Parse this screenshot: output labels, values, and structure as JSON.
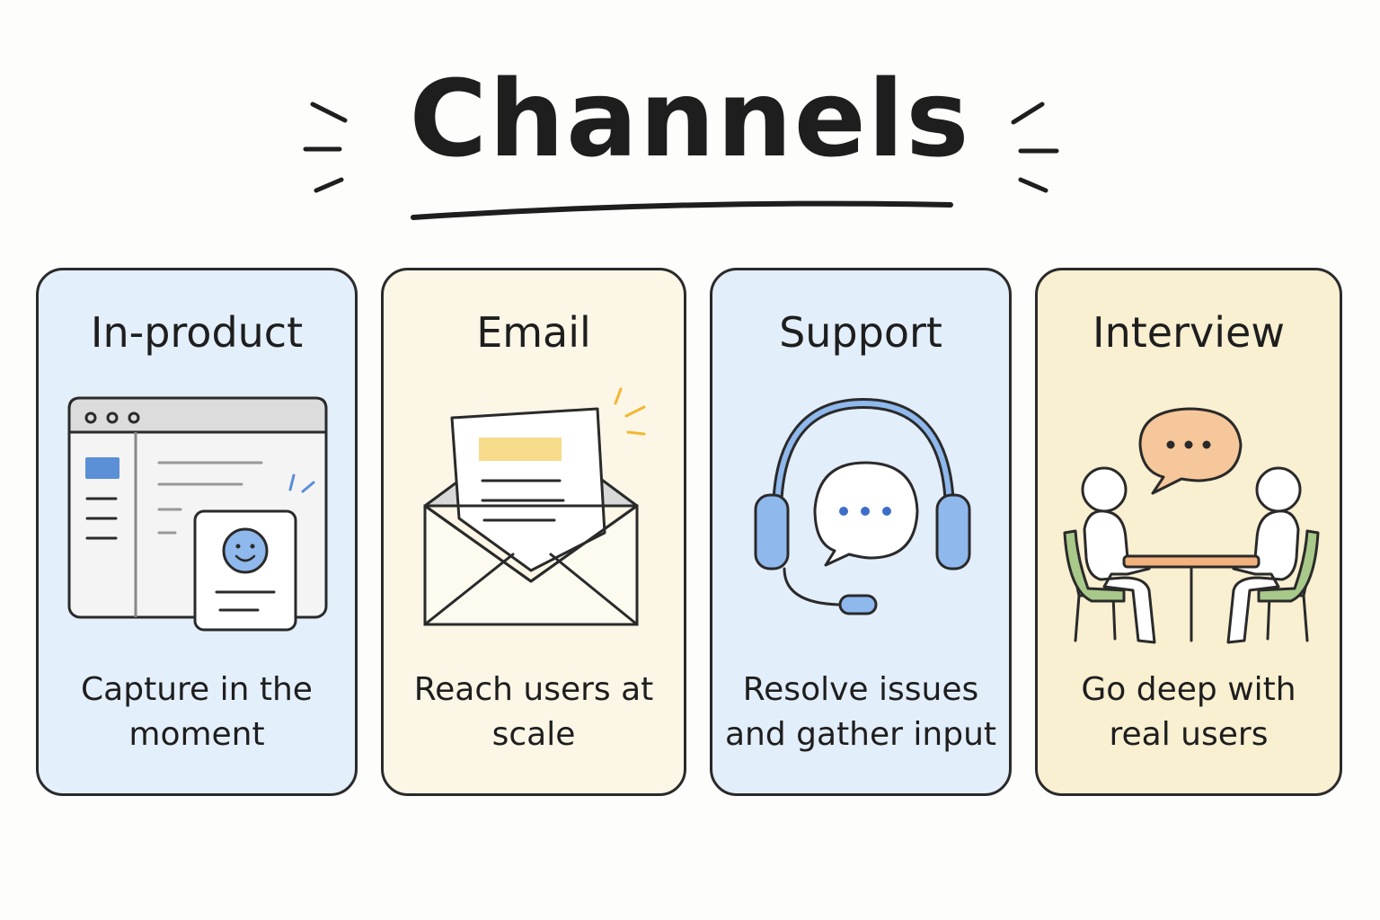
{
  "title": "Channels",
  "colors": {
    "blue_card": "#e4effc",
    "yellow_card": "#fbf6e6",
    "blue_card_2": "#e3eefb",
    "yellow_card_2": "#f9efd1",
    "accent_blue": "#5b8fd6",
    "accent_yellow": "#f7dc8c",
    "accent_orange": "#f6c79a",
    "accent_green": "#a9c98a"
  },
  "cards": [
    {
      "title": "In-product",
      "description": "Capture in the moment",
      "icon": "browser-window-feedback-icon"
    },
    {
      "title": "Email",
      "description": "Reach users at scale",
      "icon": "envelope-letter-icon"
    },
    {
      "title": "Support",
      "description": "Resolve issues and gather input",
      "icon": "headset-chat-icon"
    },
    {
      "title": "Interview",
      "description": "Go deep with real users",
      "icon": "interview-table-icon"
    }
  ]
}
